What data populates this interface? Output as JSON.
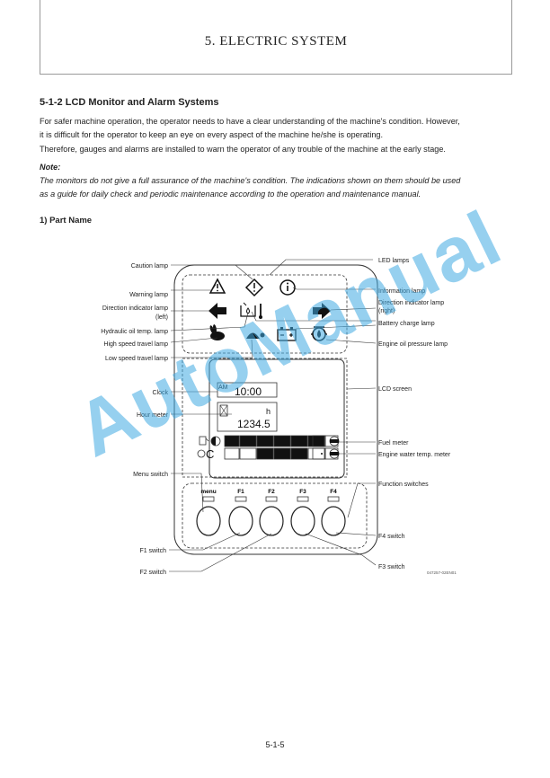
{
  "header": {
    "title": "5. ELECTRIC SYSTEM"
  },
  "section": {
    "heading": "5-1-2  LCD Monitor and Alarm Systems",
    "para1_line1": "For safer machine operation, the operator needs to have a clear understanding of the machine's condition. However,",
    "para1_line2": "it is difficult for the operator to keep an eye on every aspect of the machine he/she is operating.",
    "para2": "Therefore, gauges and alarms are installed to warn the operator of any trouble of the machine at the early stage.",
    "note_label": "Note:",
    "note_line1": "The monitors do not give a full assurance of the machine's condition. The indications shown on them should be used",
    "note_line2": "as a guide for daily check and periodic maintenance according to the operation and maintenance manual."
  },
  "part_name": {
    "heading": "1)  Part Name",
    "labels": {
      "led_lamps": "LED lamps",
      "caution_lamp": "Caution lamp",
      "warning_lamp": "Warning lamp",
      "information_lamp": "Information lamp",
      "dir_left_line1": "Direction indicator lamp",
      "dir_left_line2": "(left)",
      "dir_right_line1": "Direction indicator lamp",
      "dir_right_line2": "(right)",
      "battery_charge_lamp": "Battery charge lamp",
      "hydraulic_oil_temp_lamp": "Hydraulic oil temp. lamp",
      "high_speed_travel_lamp": "High speed travel lamp",
      "engine_oil_pressure_lamp": "Engine oil pressure lamp",
      "low_speed_travel_lamp": "Low speed travel lamp",
      "lcd_screen": "LCD screen",
      "clock": "Clock",
      "hour_meter": "Hour meter",
      "fuel_meter": "Fuel meter",
      "engine_water_temp_meter": "Engine water temp. meter",
      "menu_switch": "Menu switch",
      "function_switches": "Function switches",
      "f1_switch": "F1 switch",
      "f2_switch": "F2 switch",
      "f3_switch": "F3 switch",
      "f4_switch": "F4 switch"
    },
    "lcd": {
      "clock_ampm": "AM",
      "clock_time": "10:00",
      "hour_unit": "h",
      "hour_value": "1234.5"
    },
    "buttons": [
      "menu",
      "F1",
      "F2",
      "F3",
      "F4"
    ],
    "figure_code": "047257-02EN01"
  },
  "watermark": "AutoManual",
  "footer": {
    "page": "5-1-5"
  },
  "colors": {
    "watermark": "#40aae1",
    "text": "#222222"
  }
}
